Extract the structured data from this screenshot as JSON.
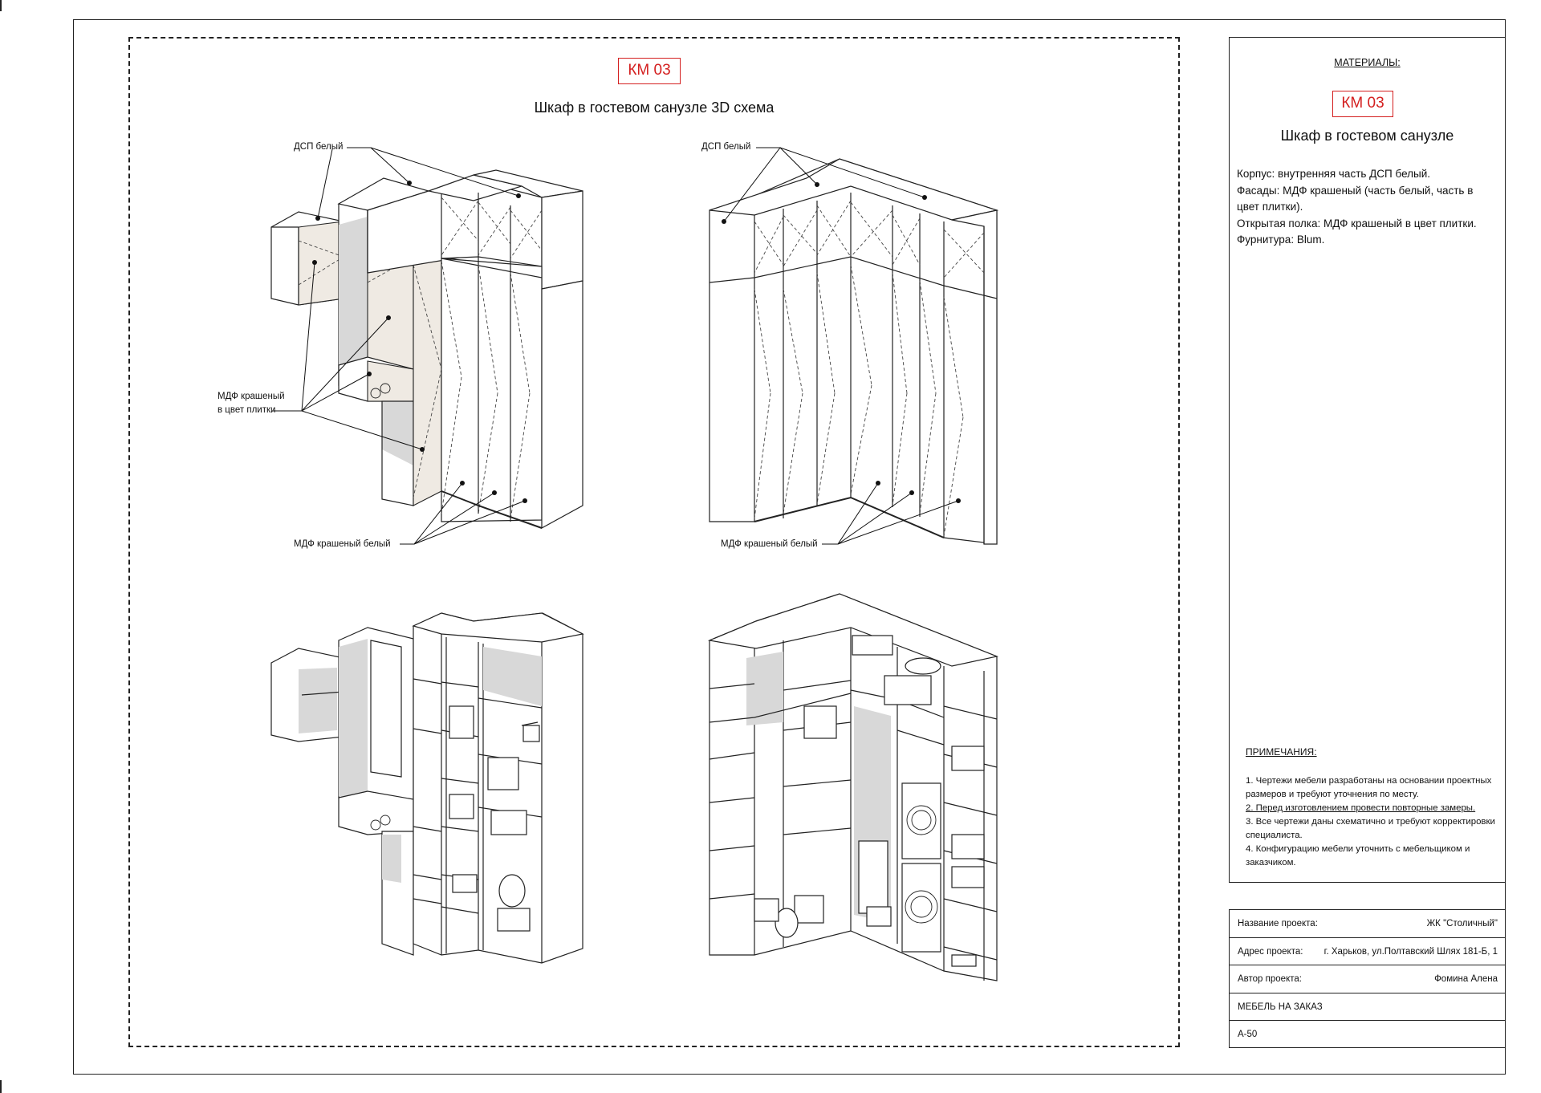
{
  "sheet": {
    "badge": "КМ 03",
    "title": "Шкаф в гостевом санузле 3D схема"
  },
  "callouts": {
    "dsp_left": "ДСП белый",
    "mdf_tile_left": [
      "МДФ крашеный",
      "в цвет плитки"
    ],
    "mdf_white_left": "МДФ крашеный белый",
    "dsp_right": "ДСП белый",
    "mdf_white_right": "МДФ крашеный белый"
  },
  "materials": {
    "heading": "МАТЕРИАЛЫ:",
    "badge": "КМ 03",
    "title": "Шкаф в гостевом санузле",
    "items": [
      "Корпус:  внутренняя часть ДСП белый.",
      "Фасады:  МДФ крашеный (часть белый, часть в цвет плитки).",
      "Открытая полка: МДФ крашеный в цвет плитки.",
      "Фурнитура:  Blum."
    ]
  },
  "notes": {
    "heading": "ПРИМЕЧАНИЯ:",
    "items": [
      "1. Чертежи мебели разработаны на основании проектных размеров и требуют уточнения по месту.",
      "2. Перед изготовлением провести повторные замеры.",
      "3. Все чертежи даны схематично и требуют корректировки специалиста.",
      "4. Конфигурацию мебели уточнить с мебельщиком и заказчиком."
    ]
  },
  "title_block": {
    "project_name_label": "Название проекта:",
    "project_name_value": "ЖК \"Столичный\"",
    "address_label": "Адрес проекта:",
    "address_value": "г. Харьков, ул.Полтавский Шлях 181-Б, 1",
    "author_label": "Автор проекта:",
    "author_value": "Фомина Алена",
    "company": "МЕБЕЛЬ НА ЗАКАЗ",
    "format": "А-50"
  },
  "colors": {
    "accent_red": "#d42020",
    "tile_tint": "#efeae3",
    "shade": "#d8d8d8"
  }
}
